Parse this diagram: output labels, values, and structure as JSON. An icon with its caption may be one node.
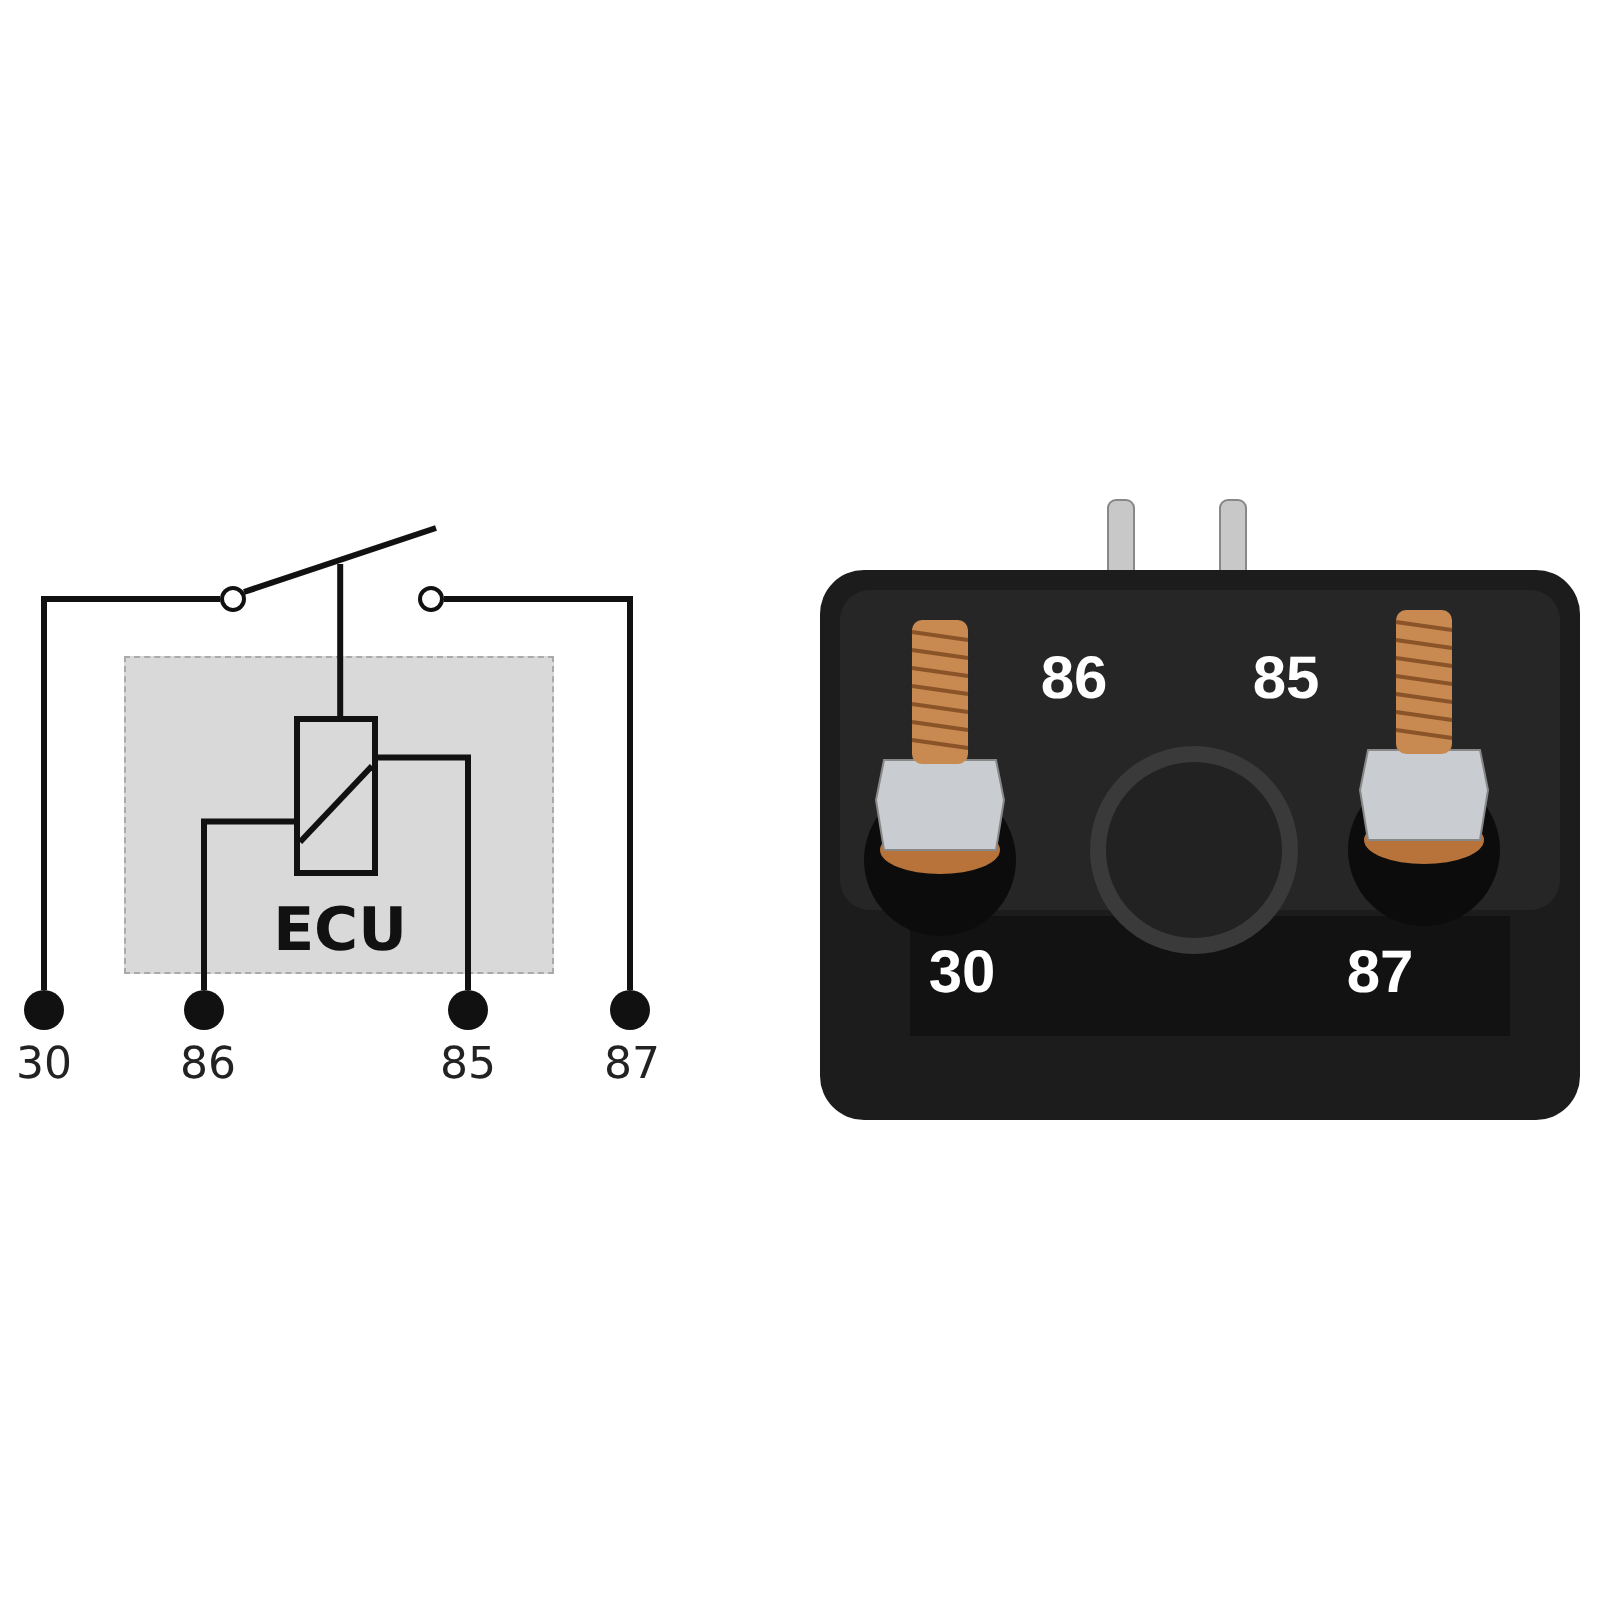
{
  "diagram": {
    "nodes": [
      {
        "text": [
          "ECU"
        ]
      },
      {
        "text": [],
        "shape": "box",
        "in": 0
      },
      {
        "text": [],
        "shape": "circle",
        "beside": [
          "30"
        ]
      },
      {
        "text": [],
        "shape": "circle",
        "beside": [
          "86"
        ]
      },
      {
        "text": [],
        "shape": "circle",
        "beside": [
          "85"
        ]
      },
      {
        "text": [],
        "shape": "circle",
        "beside": [
          "87"
        ]
      },
      {
        "text": [],
        "shape": "circle"
      },
      {
        "text": [],
        "shape": "circle"
      }
    ],
    "edges": [
      {
        "from": 2,
        "to": 6,
        "arrow": "none"
      },
      {
        "from": 7,
        "to": 5,
        "arrow": "none"
      },
      {
        "from": 3,
        "to": 1,
        "arrow": "none"
      },
      {
        "from": 4,
        "to": 1,
        "arrow": "none"
      },
      {
        "from": null,
        "to": 1,
        "arrow": "none"
      }
    ],
    "labels": [
      "86",
      "85",
      "30",
      "87"
    ]
  }
}
